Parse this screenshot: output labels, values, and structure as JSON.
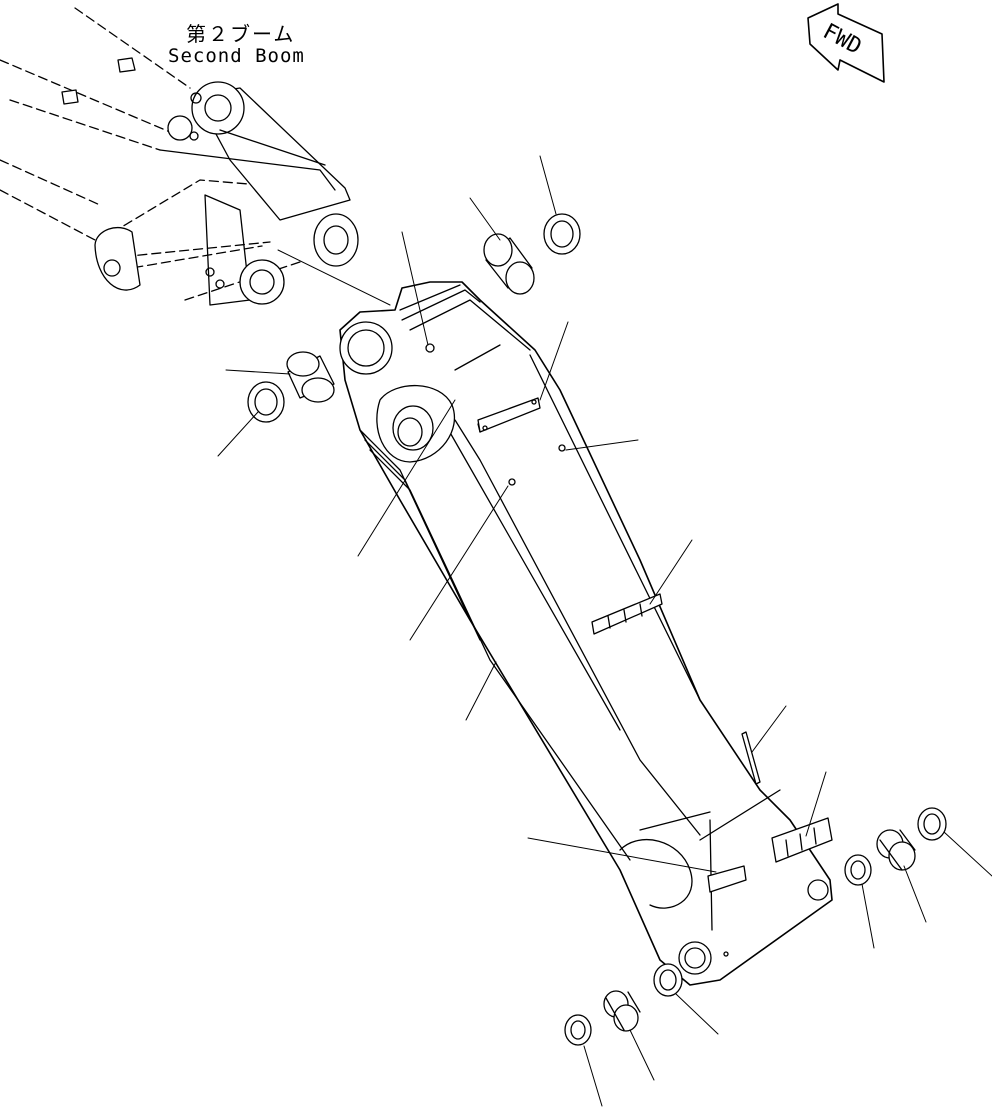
{
  "diagram": {
    "title_jp": "第２ブーム",
    "title_en": "Second Boom",
    "direction_label": "FWD",
    "colors": {
      "line": "#000000",
      "background": "#ffffff"
    }
  }
}
